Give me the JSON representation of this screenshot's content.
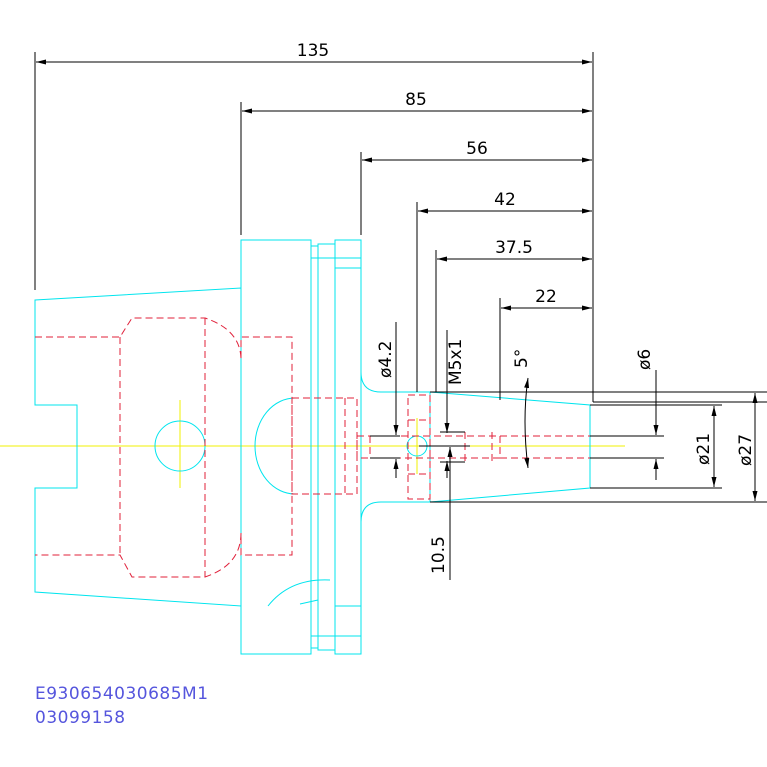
{
  "colors": {
    "part_outline": "#00e5ee",
    "hidden_line": "#e0203a",
    "center_line": "#f2f000",
    "dimension": "#000000",
    "part_code": "#5555dd"
  },
  "dimensions": {
    "overall_length": "135",
    "flange_to_tip": "85",
    "body_to_tip": "56",
    "bore_to_tip": "42",
    "thread_to_tip": "37.5",
    "taper_length": "22",
    "hole_dia": "ø4.2",
    "thread_size": "M5x1",
    "taper_angle": "5°",
    "bore_dia": "ø6",
    "tip_dia_small": "ø21",
    "tip_dia_large": "ø27",
    "offset": "10.5"
  },
  "part_code": {
    "line1": "E930654030685M1",
    "line2": "03099158"
  }
}
